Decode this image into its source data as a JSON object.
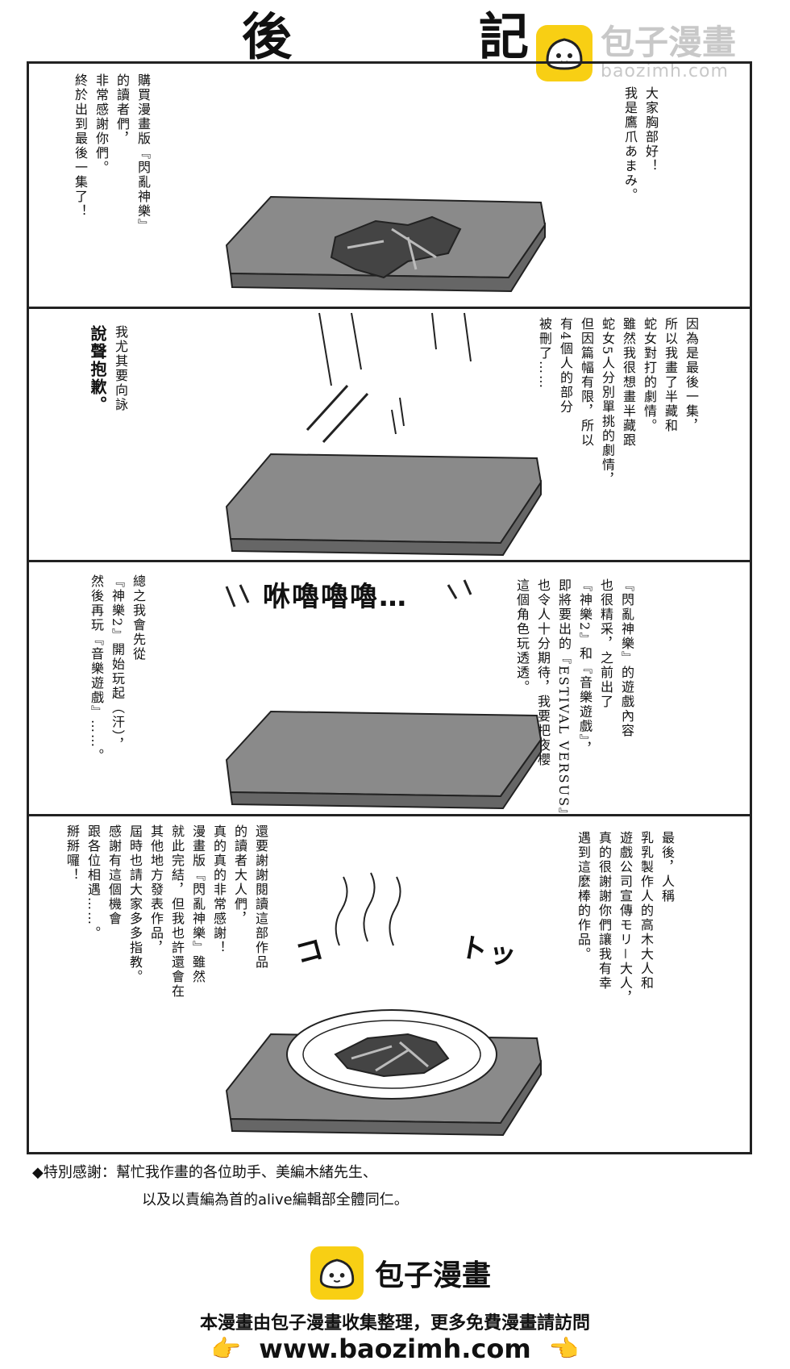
{
  "page": {
    "title_char_1": "後",
    "title_char_2": "記"
  },
  "watermark": {
    "name": "包子漫畫",
    "url": "baozimh.com"
  },
  "panel1": {
    "text_right": "大家胸部好！\n我是鷹爪あまみ。",
    "text_left": "購買漫畫版『閃亂神樂』\n的讀者們，\n非常感謝你們。\n終於出到最後一集了！"
  },
  "panel2": {
    "text_right": "因為是最後一集，\n所以我畫了半藏和\n蛇女對打的劇情。\n雖然我很想畫半藏跟\n蛇女5人分別單挑的劇情，\n但因篇幅有限，所以\n有4個人的部分\n被刪了……",
    "text_left_1": "我尤其要向詠",
    "text_left_2": "說聲抱歉。"
  },
  "panel3": {
    "sfx": "咻嚕嚕嚕…",
    "text_right": "『閃亂神樂』的遊戲內容\n也很精采，之前出了\n『神樂2』和『音樂遊戲』，\n即將要出的『ESTIVAL VERSUS』\n也令人十分期待，我要把夜櫻\n這個角色玩透透。",
    "text_left": "總之我會先從\n『神樂2』開始玩起（汗），\n然後再玩『音樂遊戲』……。"
  },
  "panel4": {
    "sfx_left": "コ",
    "sfx_right": "トッ",
    "text_right": "最後，人稱\n乳乳製作人的高木大人和\n遊戲公司宣傳モリ－大人，\n真的很謝謝你們讓我有幸\n遇到這麼棒的作品。",
    "text_left": "還要謝謝閱讀這部作品\n的讀者大人們，\n真的真的非常感謝！\n漫畫版『閃亂神樂』雖然\n就此完結，但我也許還會在\n其他地方發表作品，\n屆時也請大家多多指教。\n感謝有這個機會\n跟各位相遇……。\n掰掰囉！"
  },
  "credits": {
    "line1": "◆特別感謝：幫忙我作畫的各位助手、美編木緒先生、",
    "line2": "以及以責編為首的alive編輯部全體同仁。"
  },
  "footer": {
    "brand": "包子漫畫",
    "note": "本漫畫由包子漫畫收集整理，更多免費漫畫請訪問",
    "url": "www.baozimh.com",
    "hand_left": "👉",
    "hand_right": "👈"
  },
  "colors": {
    "logo_yellow": "#f8cf14",
    "tray_gray": "#8a8a8a",
    "ink": "#111111"
  }
}
